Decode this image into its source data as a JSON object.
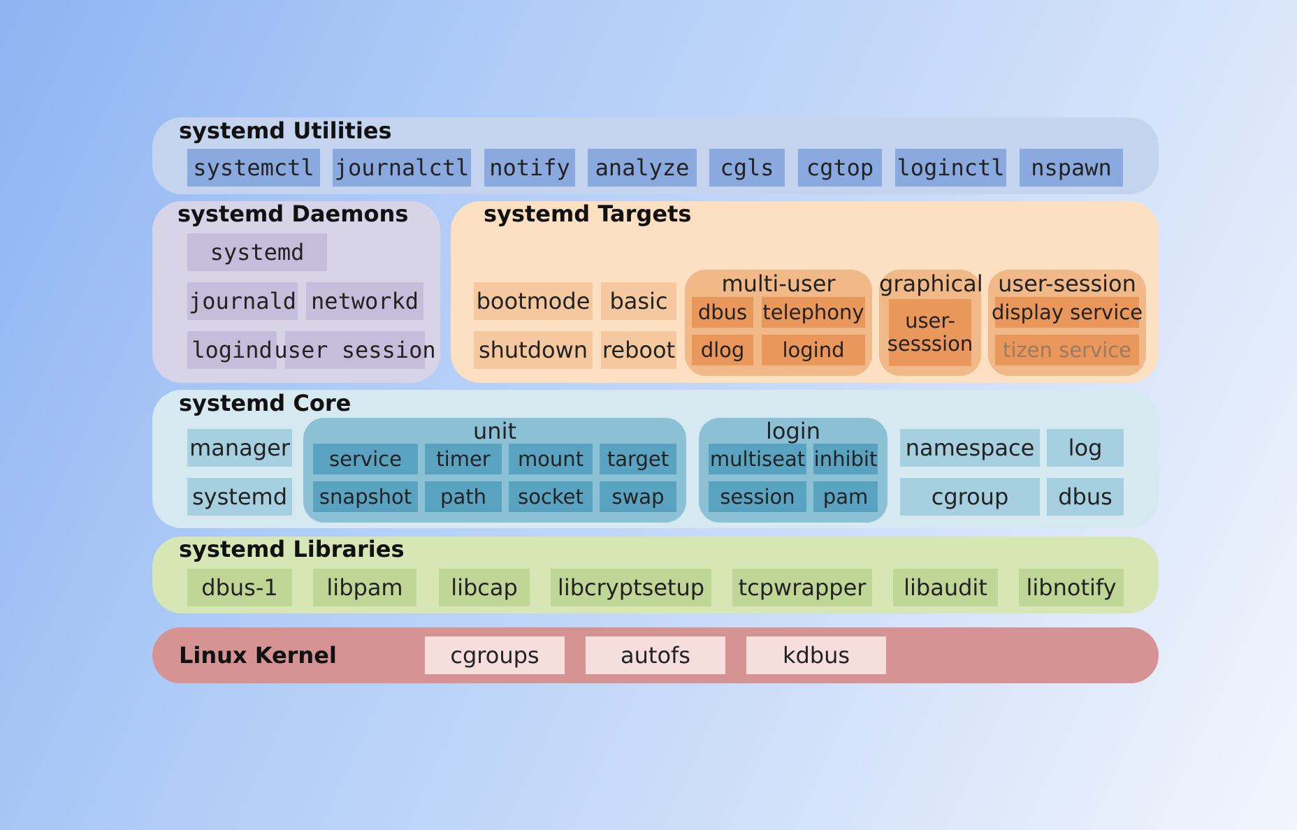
{
  "utilities": {
    "title": "systemd Utilities",
    "items": [
      "systemctl",
      "journalctl",
      "notify",
      "analyze",
      "cgls",
      "cgtop",
      "loginctl",
      "nspawn"
    ]
  },
  "daemons": {
    "title": "systemd Daemons",
    "items": [
      "systemd",
      "journald",
      "networkd",
      "logind",
      "user session"
    ]
  },
  "targets": {
    "title": "systemd Targets",
    "simple": [
      "bootmode",
      "basic",
      "shutdown",
      "reboot"
    ],
    "multi_user": {
      "label": "multi-user",
      "items": [
        "dbus",
        "telephony",
        "dlog",
        "logind"
      ]
    },
    "graphical": {
      "label": "graphical",
      "item": "user-\nsesssion"
    },
    "user_session": {
      "label": "user-session",
      "items": [
        "display service",
        "tizen service"
      ]
    }
  },
  "core": {
    "title": "systemd Core",
    "left": [
      "manager",
      "systemd"
    ],
    "unit": {
      "label": "unit",
      "items": [
        "service",
        "timer",
        "mount",
        "target",
        "snapshot",
        "path",
        "socket",
        "swap"
      ]
    },
    "login": {
      "label": "login",
      "items": [
        "multiseat",
        "inhibit",
        "session",
        "pam"
      ]
    },
    "right": [
      "namespace",
      "log",
      "cgroup",
      "dbus"
    ]
  },
  "libraries": {
    "title": "systemd Libraries",
    "items": [
      "dbus-1",
      "libpam",
      "libcap",
      "libcryptsetup",
      "tcpwrapper",
      "libaudit",
      "libnotify"
    ]
  },
  "kernel": {
    "title": "Linux Kernel",
    "items": [
      "cgroups",
      "autofs",
      "kdbus"
    ]
  },
  "colors": {
    "utilities": "#c4d4ee",
    "daemons": "#d8d4e8",
    "targets": "#fde0c2",
    "core": "#d6e9f1",
    "libraries": "#d6e6b4",
    "kernel": "#d59393"
  }
}
